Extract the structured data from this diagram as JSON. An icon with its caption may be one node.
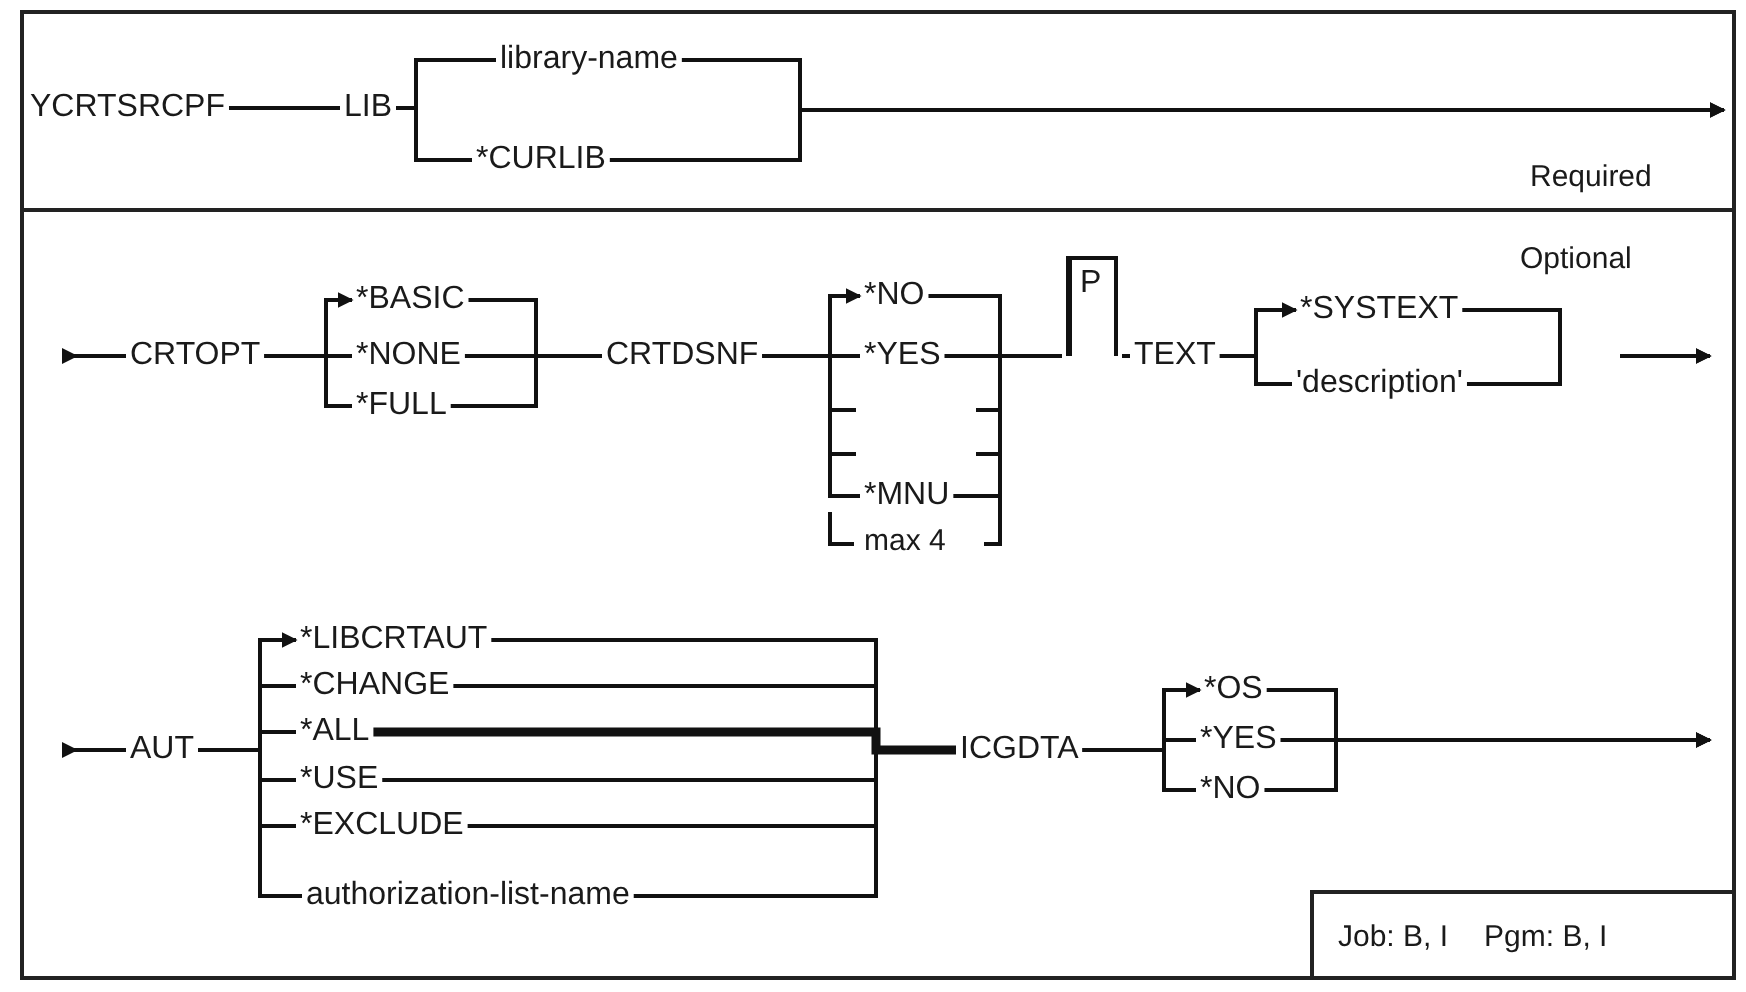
{
  "diagram": {
    "nodes": [
      {
        "text": [
          "YCRTSRCPF"
        ]
      },
      {
        "text": [
          "LIB"
        ]
      },
      {
        "text": [
          "library-name"
        ]
      },
      {
        "text": [
          "*CURLIB"
        ]
      },
      {
        "text": [
          "CRTOPT"
        ]
      },
      {
        "text": [
          "*BASIC"
        ]
      },
      {
        "text": [
          "*NONE"
        ]
      },
      {
        "text": [
          "*FULL"
        ]
      },
      {
        "text": [
          "CRTDSNF"
        ]
      },
      {
        "text": [
          "*NO"
        ]
      },
      {
        "text": [
          "*YES"
        ]
      },
      {
        "text": [
          "*MNU"
        ]
      },
      {
        "text": [
          "P"
        ]
      },
      {
        "text": [
          "TEXT"
        ]
      },
      {
        "text": [
          "*SYSTEXT"
        ]
      },
      {
        "text": [
          "'description'"
        ]
      },
      {
        "text": [
          "AUT"
        ]
      },
      {
        "text": [
          "*LIBCRTAUT"
        ]
      },
      {
        "text": [
          "*CHANGE"
        ]
      },
      {
        "text": [
          "*ALL"
        ]
      },
      {
        "text": [
          "*USE"
        ]
      },
      {
        "text": [
          "*EXCLUDE"
        ]
      },
      {
        "text": [
          "authorization-list-name"
        ]
      },
      {
        "text": [
          "ICGDTA"
        ]
      },
      {
        "text": [
          "*OS"
        ]
      },
      {
        "text": [
          "*YES"
        ]
      },
      {
        "text": [
          "*NO"
        ]
      },
      {
        "text": [
          "Job: B, I",
          "Pgm: B, I"
        ]
      }
    ],
    "edges": [
      {
        "from": 0,
        "to": 1,
        "arrow": "none"
      },
      {
        "from": 1,
        "to": 2,
        "arrow": "none"
      },
      {
        "from": 1,
        "to": 3,
        "arrow": "none"
      },
      {
        "from": 2,
        "to": null,
        "arrow": "to"
      },
      {
        "from": 3,
        "to": null,
        "arrow": "to"
      },
      {
        "from": 4,
        "to": null,
        "arrow": "to"
      },
      {
        "from": 4,
        "to": 5,
        "arrow": "to"
      },
      {
        "from": 4,
        "to": 6,
        "arrow": "none"
      },
      {
        "from": 4,
        "to": 7,
        "arrow": "none"
      },
      {
        "from": 5,
        "to": 8,
        "arrow": "none"
      },
      {
        "from": 6,
        "to": 8,
        "arrow": "none"
      },
      {
        "from": 7,
        "to": 8,
        "arrow": "none"
      },
      {
        "from": 8,
        "to": 9,
        "arrow": "to"
      },
      {
        "from": 8,
        "to": 10,
        "arrow": "none"
      },
      {
        "from": 8,
        "to": 11,
        "arrow": "none"
      },
      {
        "from": 9,
        "to": 12,
        "arrow": "none"
      },
      {
        "from": 10,
        "to": 12,
        "arrow": "none"
      },
      {
        "from": 11,
        "to": 12,
        "arrow": "none"
      },
      {
        "from": 12,
        "to": 13,
        "arrow": "none"
      },
      {
        "from": 13,
        "to": 14,
        "arrow": "to"
      },
      {
        "from": 13,
        "to": 15,
        "arrow": "none"
      },
      {
        "from": 14,
        "to": null,
        "arrow": "to"
      },
      {
        "from": 15,
        "to": null,
        "arrow": "to"
      },
      {
        "from": 16,
        "to": null,
        "arrow": "to"
      },
      {
        "from": 16,
        "to": 17,
        "arrow": "to"
      },
      {
        "from": 16,
        "to": 18,
        "arrow": "none"
      },
      {
        "from": 16,
        "to": 19,
        "arrow": "none"
      },
      {
        "from": 16,
        "to": 20,
        "arrow": "none"
      },
      {
        "from": 16,
        "to": 21,
        "arrow": "none"
      },
      {
        "from": 16,
        "to": 22,
        "arrow": "none"
      },
      {
        "from": 17,
        "to": 23,
        "arrow": "none"
      },
      {
        "from": 18,
        "to": 23,
        "arrow": "none"
      },
      {
        "from": 19,
        "to": 23,
        "arrow": "none",
        "style": "thick"
      },
      {
        "from": 20,
        "to": 23,
        "arrow": "none"
      },
      {
        "from": 21,
        "to": 23,
        "arrow": "none"
      },
      {
        "from": 22,
        "to": 23,
        "arrow": "none"
      },
      {
        "from": 23,
        "to": 24,
        "arrow": "to"
      },
      {
        "from": 23,
        "to": 25,
        "arrow": "none"
      },
      {
        "from": 23,
        "to": 26,
        "arrow": "none"
      },
      {
        "from": 24,
        "to": null,
        "arrow": "to"
      },
      {
        "from": 25,
        "to": null,
        "arrow": "to"
      },
      {
        "from": 26,
        "to": null,
        "arrow": "to"
      }
    ],
    "labels": [
      "Required",
      "Optional",
      "max 4"
    ]
  }
}
